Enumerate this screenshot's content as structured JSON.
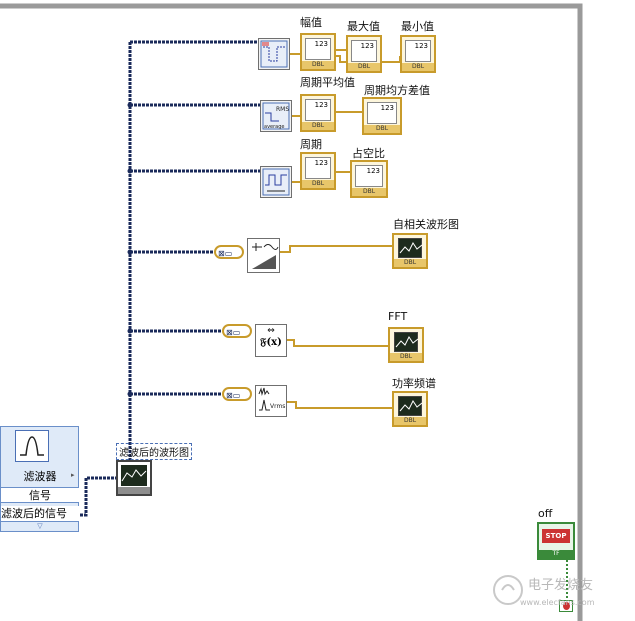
{
  "labels": {
    "amplitude": "幅值",
    "max": "最大值",
    "min": "最小值",
    "period_mean": "周期平均值",
    "period_rms": "周期均方差值",
    "period": "周期",
    "duty_cycle": "占空比",
    "autocorr": "自相关波形图",
    "fft": "FFT",
    "power_spectrum": "功率频谱",
    "filtered_waveform": "滤波后的波形图",
    "off": "off"
  },
  "filter_node": {
    "title": "滤波器",
    "signal": "信号",
    "filtered_signal": "滤波后的信号"
  },
  "indicator_tag": "DBL",
  "indicator_digits": "123",
  "stop_label": "STOP",
  "stop_tag": "TF",
  "rms_text": "RMS",
  "avg_text": "average",
  "fx_text": "𝔉(x)",
  "vrms_text": "Vrms",
  "watermark": "电子发烧友",
  "watermark_url": "www.elecfans.com",
  "colors": {
    "wire_dbl": "#c89b2b",
    "wire_wave": "#1a2a5a",
    "stop_green": "#3a8a3a"
  }
}
